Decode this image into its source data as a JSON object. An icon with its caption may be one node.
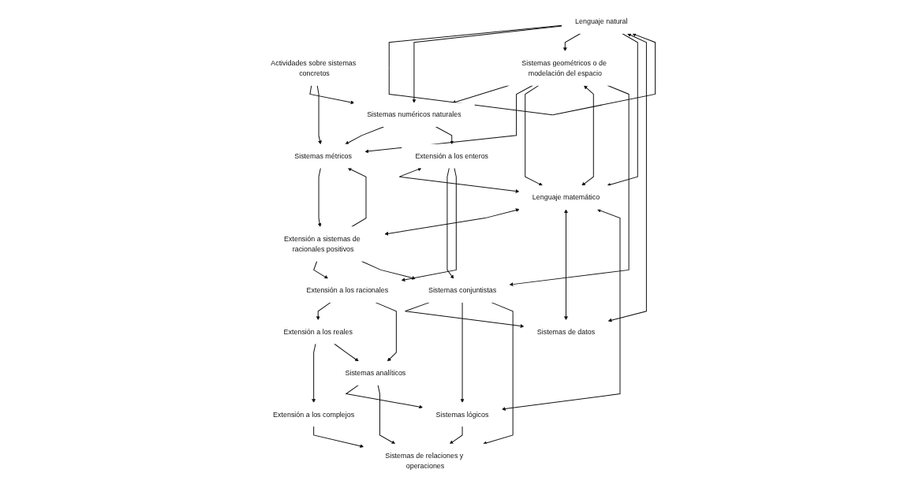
{
  "diagram": {
    "nodes": [
      {
        "text": [
          "Actividades sobre sistemas concretos"
        ]
      },
      {
        "text": [
          "Lenguaje natural"
        ]
      },
      {
        "text": [
          "Sistemas numéricos naturales"
        ]
      },
      {
        "text": [
          "Sistemas geométricos o de modelación del espacio"
        ]
      },
      {
        "text": [
          "Sistemas métricos"
        ]
      },
      {
        "text": [
          "Extensión a sistemas de racionales positivos"
        ]
      },
      {
        "text": [
          "Extensión a los enteros"
        ]
      },
      {
        "text": [
          "Lenguaje matemático"
        ]
      },
      {
        "text": [
          "Sistemas conjuntistas"
        ]
      },
      {
        "text": [
          "Extensión a los racionales"
        ]
      },
      {
        "text": [
          "Extensión a los reales"
        ]
      },
      {
        "text": [
          "Sistemas analíticos"
        ]
      },
      {
        "text": [
          "Extensión a los complejos"
        ]
      },
      {
        "text": [
          "Sistemas lógicos"
        ]
      },
      {
        "text": [
          "Sistemas de datos"
        ]
      },
      {
        "text": [
          "Sistemas de relaciones y operaciones"
        ]
      }
    ],
    "edges": [
      {
        "from": 0,
        "to": 2,
        "arrow": "to"
      },
      {
        "from": 1,
        "to": 1,
        "arrow": "to"
      },
      {
        "from": 1,
        "to": 2,
        "arrow": "to"
      },
      {
        "from": 1,
        "to": 3,
        "arrow": "to"
      },
      {
        "from": 0,
        "to": 4,
        "arrow": "to"
      },
      {
        "from": 3,
        "to": 2,
        "arrow": "to"
      },
      {
        "from": 2,
        "to": 4,
        "arrow": "to"
      },
      {
        "from": 3,
        "to": 4,
        "arrow": "to"
      },
      {
        "from": 2,
        "to": 6,
        "arrow": "to"
      },
      {
        "from": 4,
        "to": 5,
        "arrow": "to"
      },
      {
        "from": 5,
        "to": 4,
        "arrow": "to"
      },
      {
        "from": 7,
        "to": 5,
        "arrow": "both"
      },
      {
        "from": 1,
        "to": 7,
        "arrow": "to"
      },
      {
        "from": 3,
        "to": 7,
        "arrow": "to"
      },
      {
        "from": 3,
        "to": 7,
        "arrow": "both"
      },
      {
        "from": 3,
        "to": 8,
        "arrow": "to"
      },
      {
        "from": 6,
        "to": 7,
        "arrow": "both"
      },
      {
        "from": 6,
        "to": 8,
        "arrow": "to"
      },
      {
        "from": 6,
        "to": 9,
        "arrow": "to"
      },
      {
        "from": 5,
        "to": 9,
        "arrow": "to"
      },
      {
        "from": 5,
        "to": 8,
        "arrow": "to"
      },
      {
        "from": 9,
        "to": 10,
        "arrow": "to"
      },
      {
        "from": 10,
        "to": 12,
        "arrow": "to"
      },
      {
        "from": 9,
        "to": 11,
        "arrow": "to"
      },
      {
        "from": 10,
        "to": 11,
        "arrow": "to"
      },
      {
        "from": 1,
        "to": 14,
        "arrow": "both"
      },
      {
        "from": 7,
        "to": 14,
        "arrow": "both"
      },
      {
        "from": 8,
        "to": 14,
        "arrow": "to"
      },
      {
        "from": 7,
        "to": 13,
        "arrow": "both"
      },
      {
        "from": 8,
        "to": 13,
        "arrow": "to"
      },
      {
        "from": 8,
        "to": 15,
        "arrow": "to"
      },
      {
        "from": 11,
        "to": 13,
        "arrow": "to"
      },
      {
        "from": 11,
        "to": 15,
        "arrow": "to"
      },
      {
        "from": 12,
        "to": 15,
        "arrow": "to"
      },
      {
        "from": 13,
        "to": 15,
        "arrow": "to"
      }
    ]
  }
}
